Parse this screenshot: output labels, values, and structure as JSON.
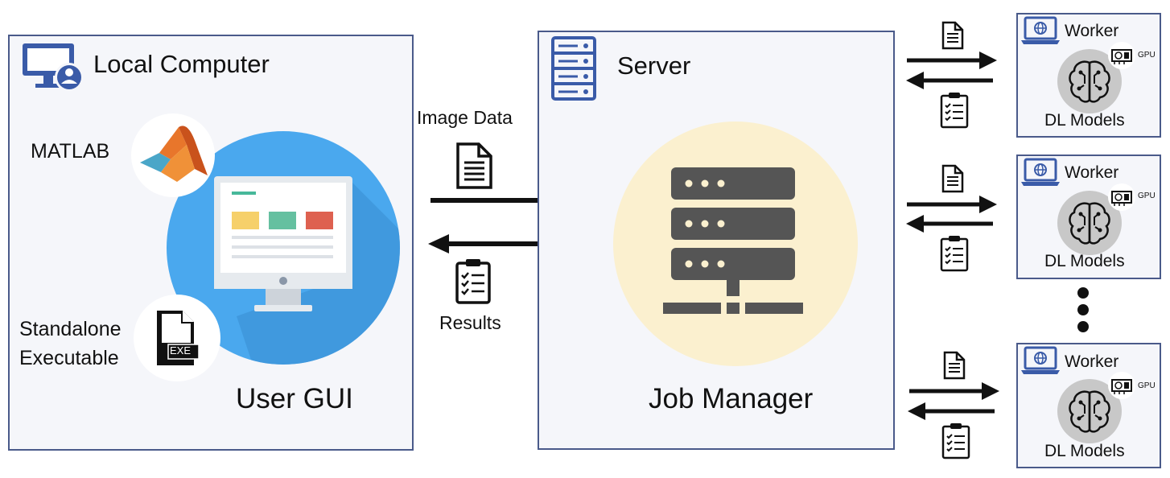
{
  "local": {
    "title": "Local Computer",
    "matlab_label": "MATLAB",
    "standalone_line1": "Standalone",
    "standalone_line2": "Executable",
    "exe_badge": "EXE",
    "gui_label": "User GUI"
  },
  "flow": {
    "image_data_label": "Image Data",
    "results_label": "Results"
  },
  "server": {
    "title": "Server",
    "job_manager_label": "Job Manager"
  },
  "workers": [
    {
      "title": "Worker",
      "gpu_label": "GPU",
      "models_label": "DL Models"
    },
    {
      "title": "Worker",
      "gpu_label": "GPU",
      "models_label": "DL Models"
    },
    {
      "title": "Worker",
      "gpu_label": "GPU",
      "models_label": "DL Models"
    }
  ],
  "colors": {
    "panel_border": "#4a5a8a",
    "panel_bg": "#f5f6fa",
    "gui_circle": "#4aa8ee",
    "server_circle": "#fbf0cf",
    "server_rack": "#555555"
  }
}
